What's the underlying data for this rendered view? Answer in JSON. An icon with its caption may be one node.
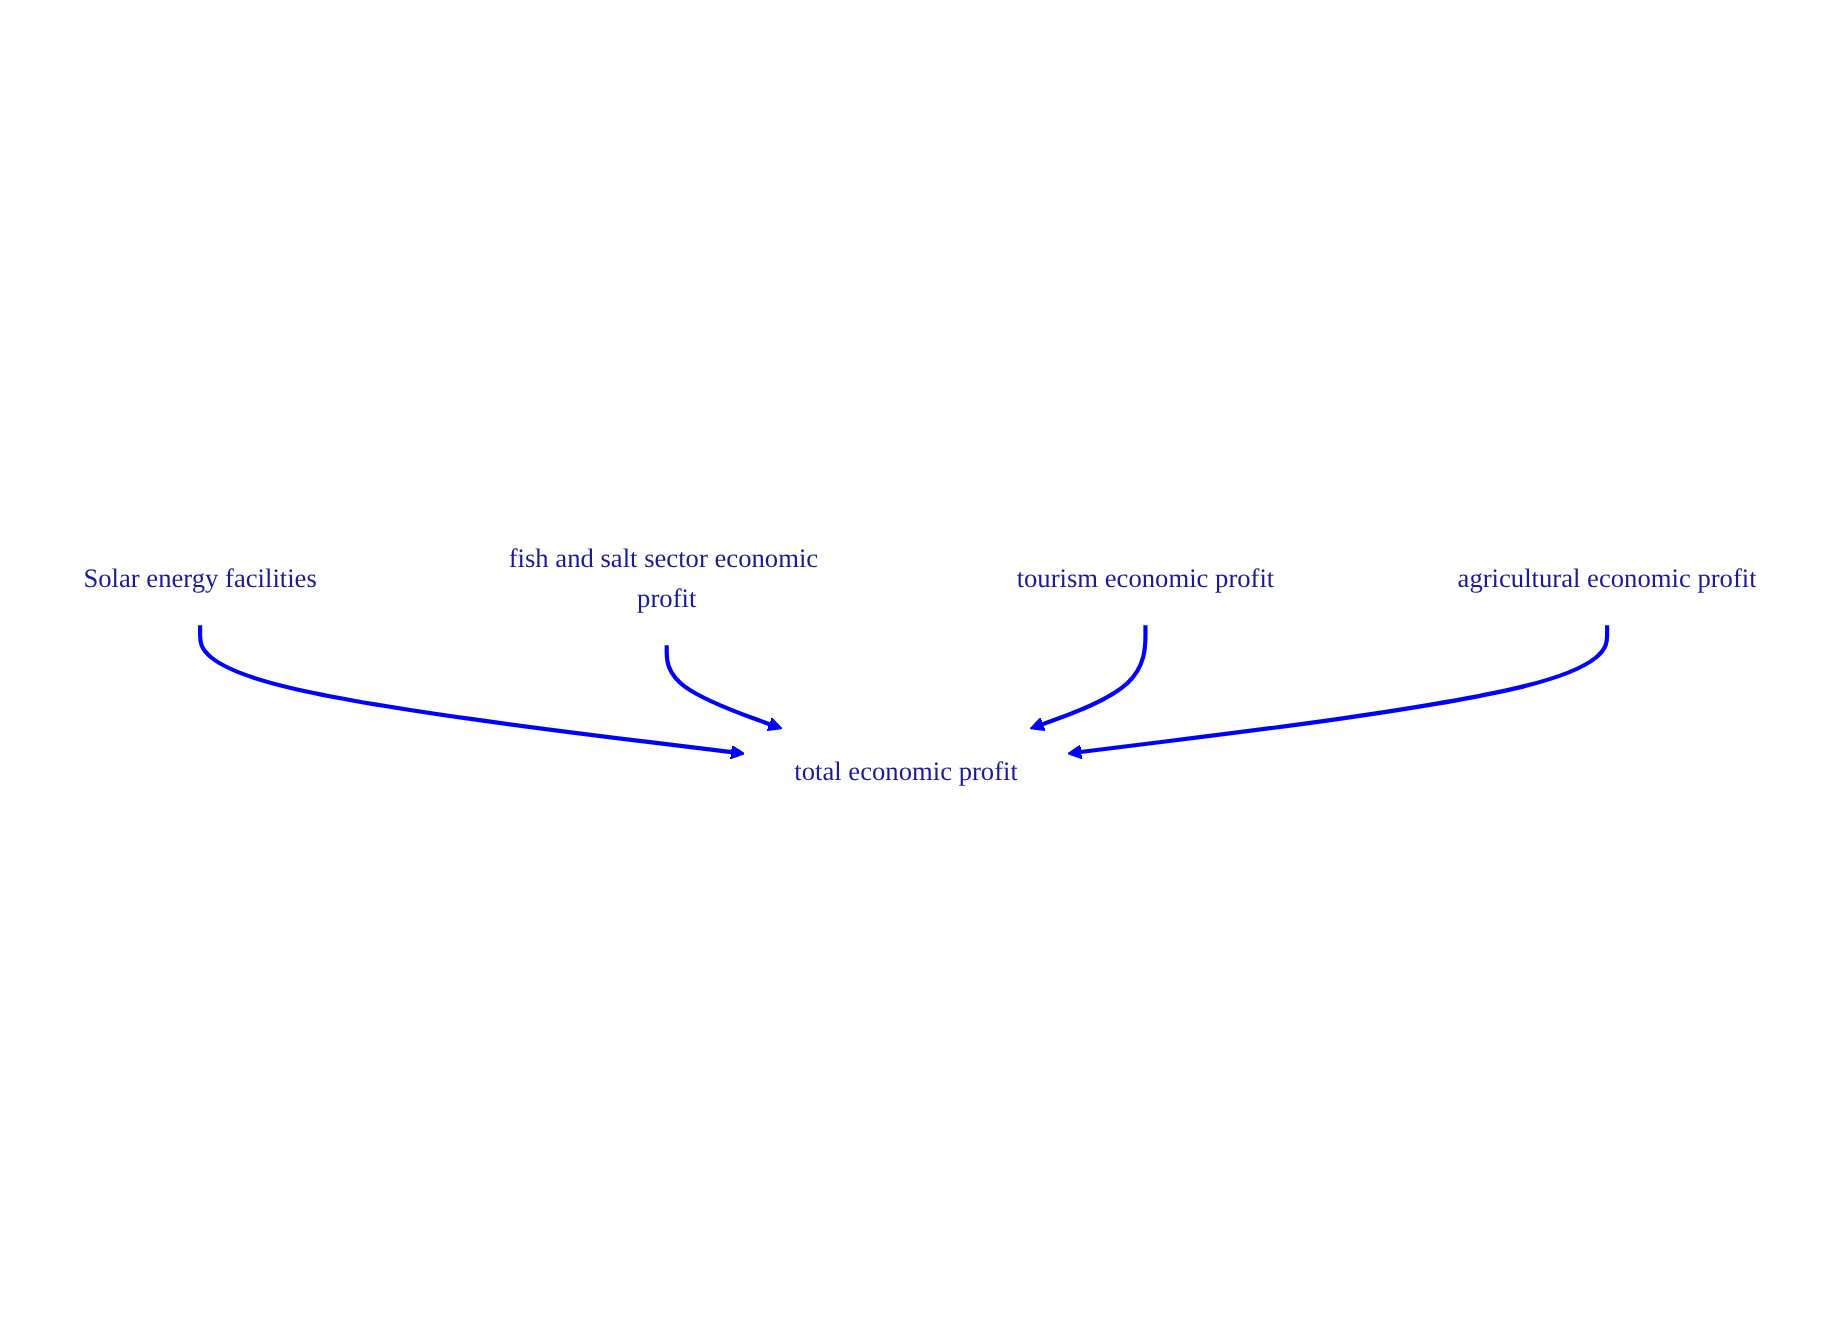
{
  "diagram": {
    "nodes": [
      {
        "text": [
          "Solar energy facilities"
        ]
      },
      {
        "text": [
          "fish and salt sector economic profit"
        ]
      },
      {
        "text": [
          "tourism economic profit"
        ]
      },
      {
        "text": [
          "total economic profit"
        ]
      },
      {
        "text": [
          "agricultural economic profit"
        ]
      }
    ],
    "edges": [
      {
        "from": 0,
        "to": 3,
        "arrow": "to"
      },
      {
        "from": 1,
        "to": 3,
        "arrow": "to"
      },
      {
        "from": 2,
        "to": 3,
        "arrow": "to"
      },
      {
        "from": 4,
        "to": 3,
        "arrow": "to"
      }
    ]
  }
}
